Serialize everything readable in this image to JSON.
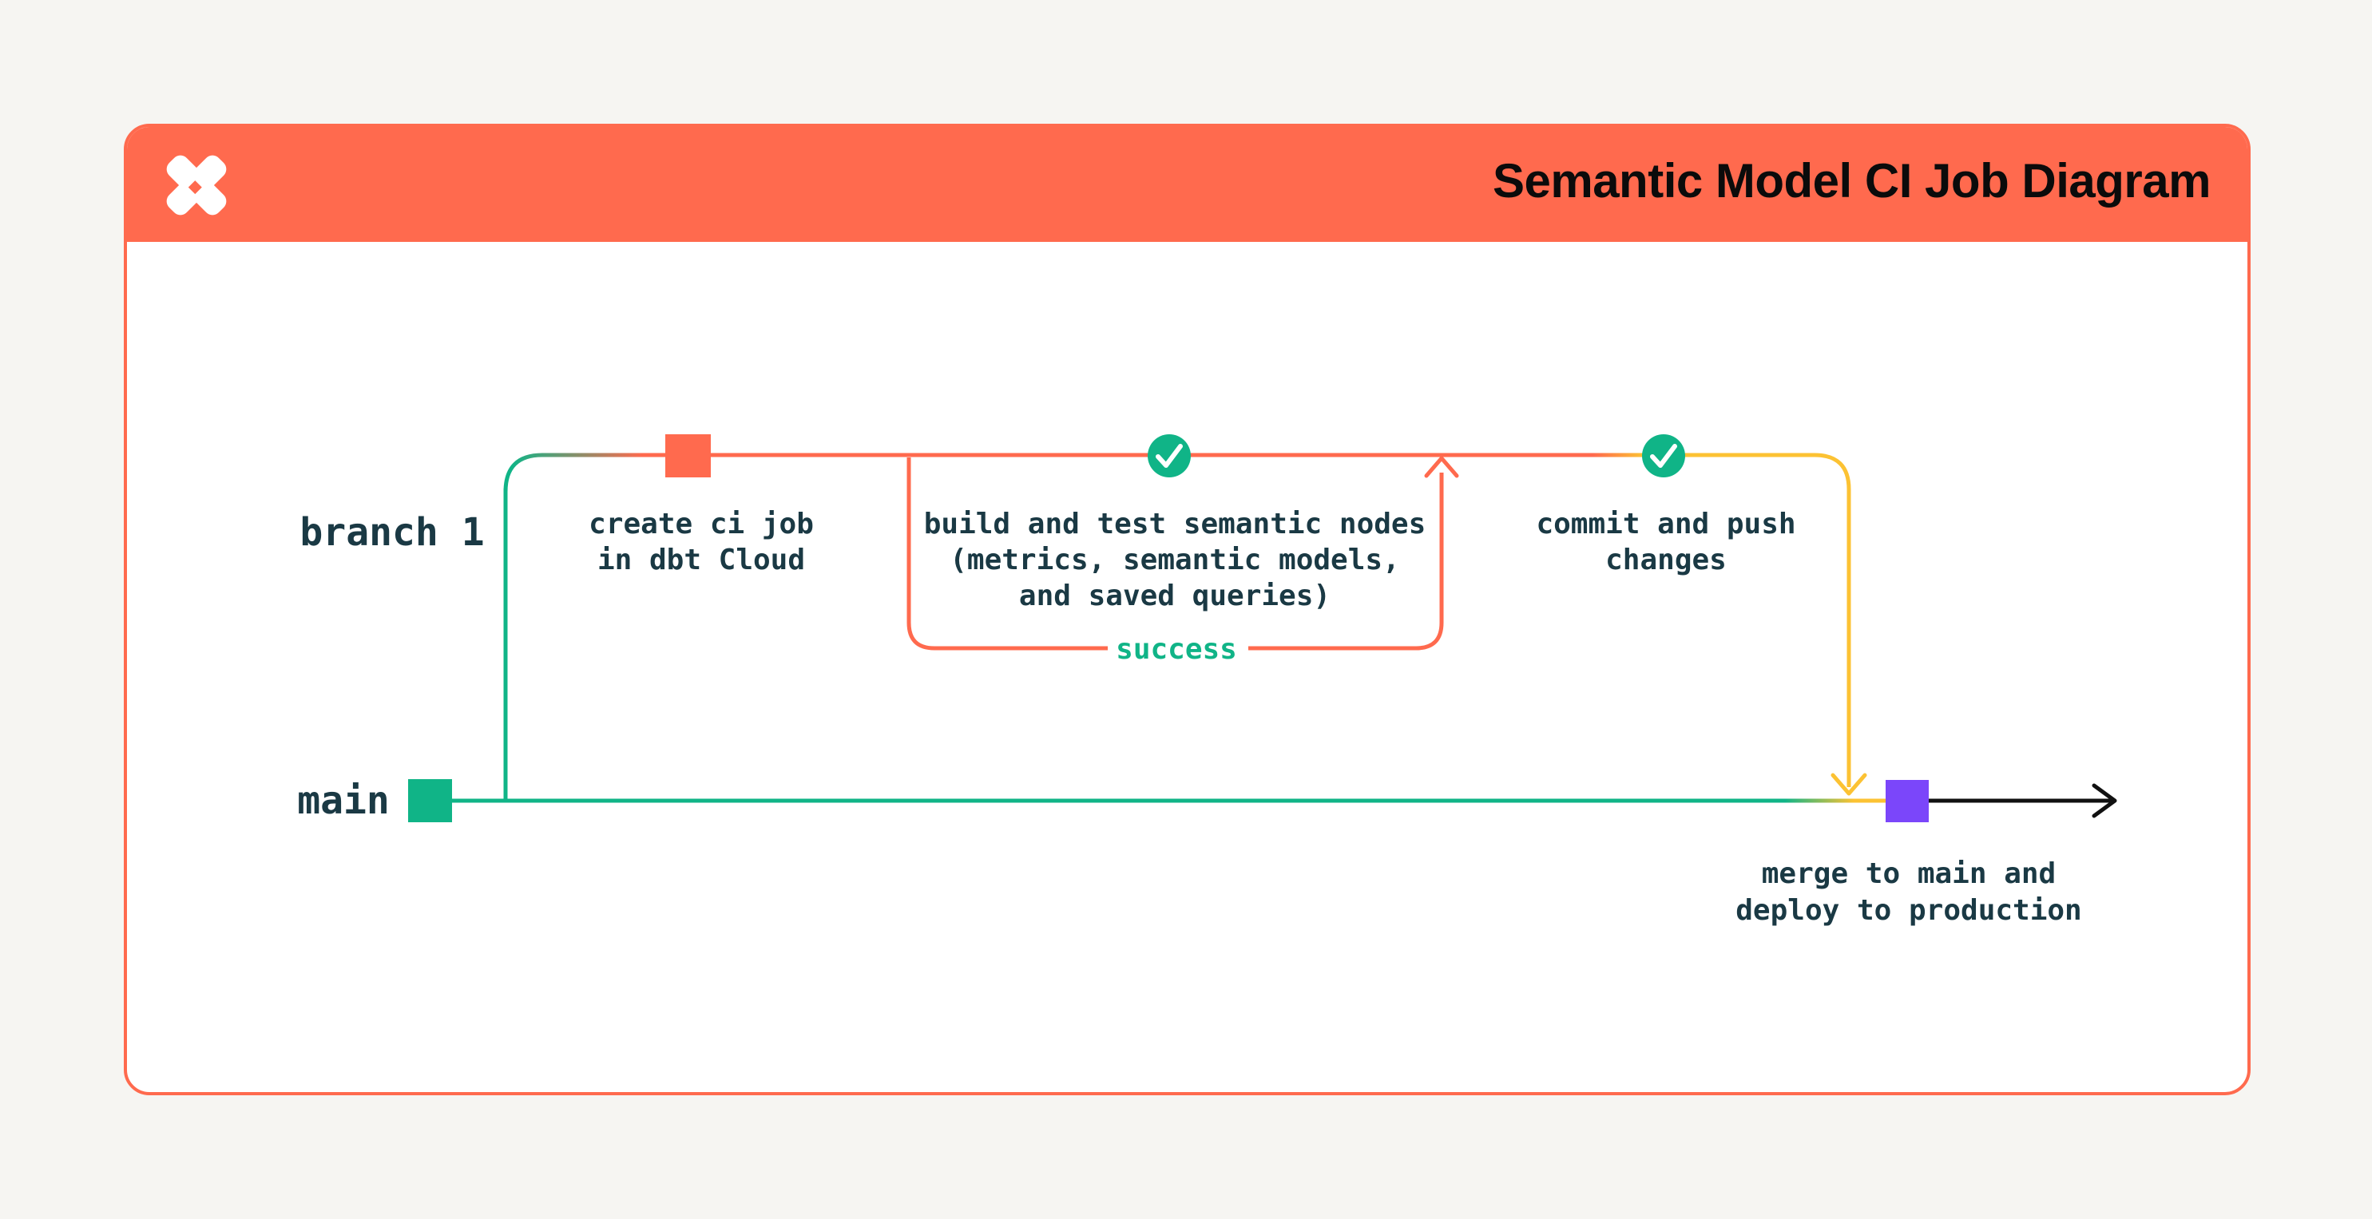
{
  "header": {
    "title": "Semantic Model CI Job Diagram",
    "logo_icon": "dbt-logo"
  },
  "diagram": {
    "branch_labels": {
      "branch": "branch 1",
      "main": "main"
    },
    "nodes": {
      "create_ci": {
        "label": "create ci job\nin dbt Cloud",
        "marker": "commit-square-orange"
      },
      "build_test": {
        "label": "build and test semantic nodes\n(metrics, semantic models,\nand saved queries)",
        "marker": "check-circle-green"
      },
      "commit_push": {
        "label": "commit and push\nchanges",
        "marker": "check-circle-green"
      },
      "merge_deploy": {
        "label": "merge to main and\ndeploy to production",
        "marker": "commit-square-purple"
      }
    },
    "loop_label": "success"
  },
  "colors": {
    "page_bg": "#f6f5f2",
    "card_bg": "#ffffff",
    "header_bg": "#ff6a4e",
    "title_text": "#0b0b0b",
    "line_orange": "#ff6a4e",
    "line_green": "#10b487",
    "line_yellow": "#fcc233",
    "merge_purple": "#7b46fa",
    "arrow_black": "#111111",
    "label_text": "#1a3944",
    "success_text": "#10b487"
  }
}
